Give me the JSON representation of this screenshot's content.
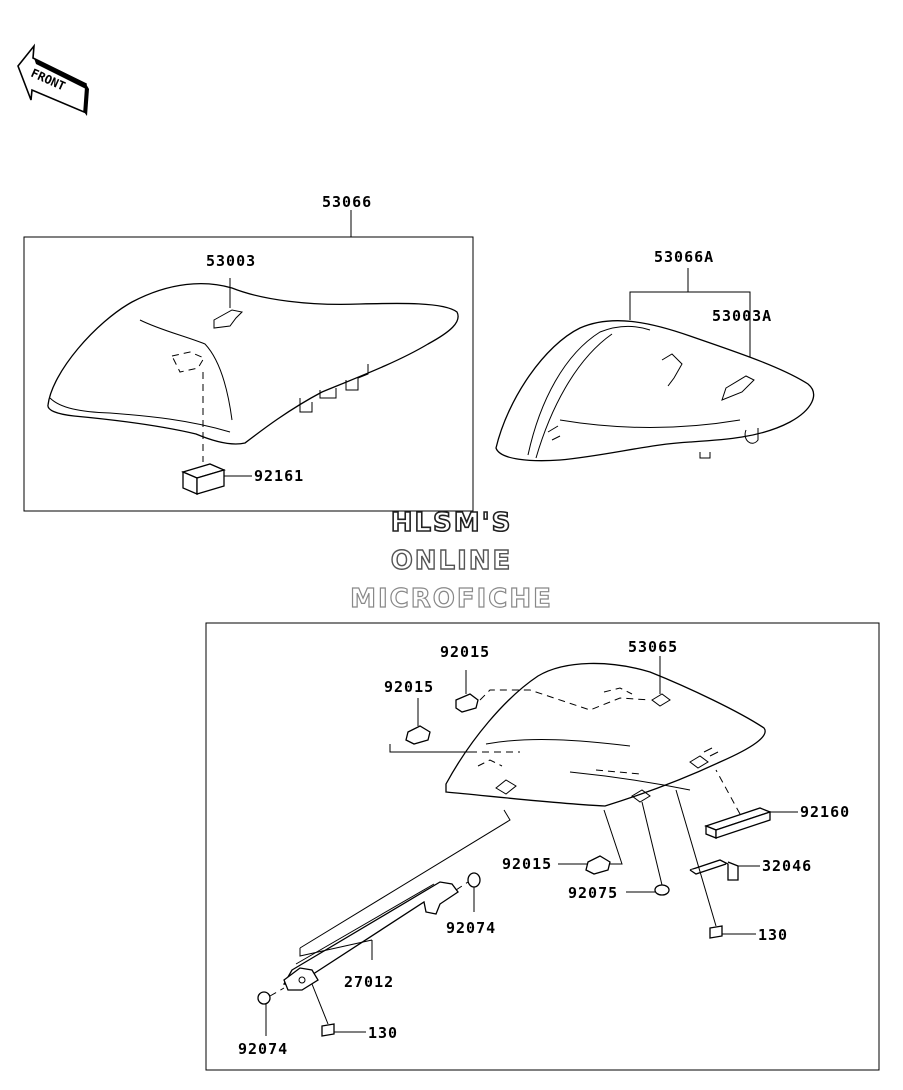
{
  "front_badge": {
    "text": "FRONT"
  },
  "labels": {
    "p53066": "53066",
    "p53003": "53003",
    "p92161": "92161",
    "p53066A": "53066A",
    "p53003A": "53003A",
    "p92015_top": "92015",
    "p92015_left": "92015",
    "p53065": "53065",
    "p92160": "92160",
    "p32046": "32046",
    "p92015_bottom": "92015",
    "p92075": "92075",
    "p92074_right": "92074",
    "p130_right": "130",
    "p27012": "27012",
    "p92074_left": "92074",
    "p130_left": "130"
  },
  "watermark": {
    "line1": "HLSM'S",
    "line2": "ONLINE",
    "line3": "MICROFICHE"
  }
}
